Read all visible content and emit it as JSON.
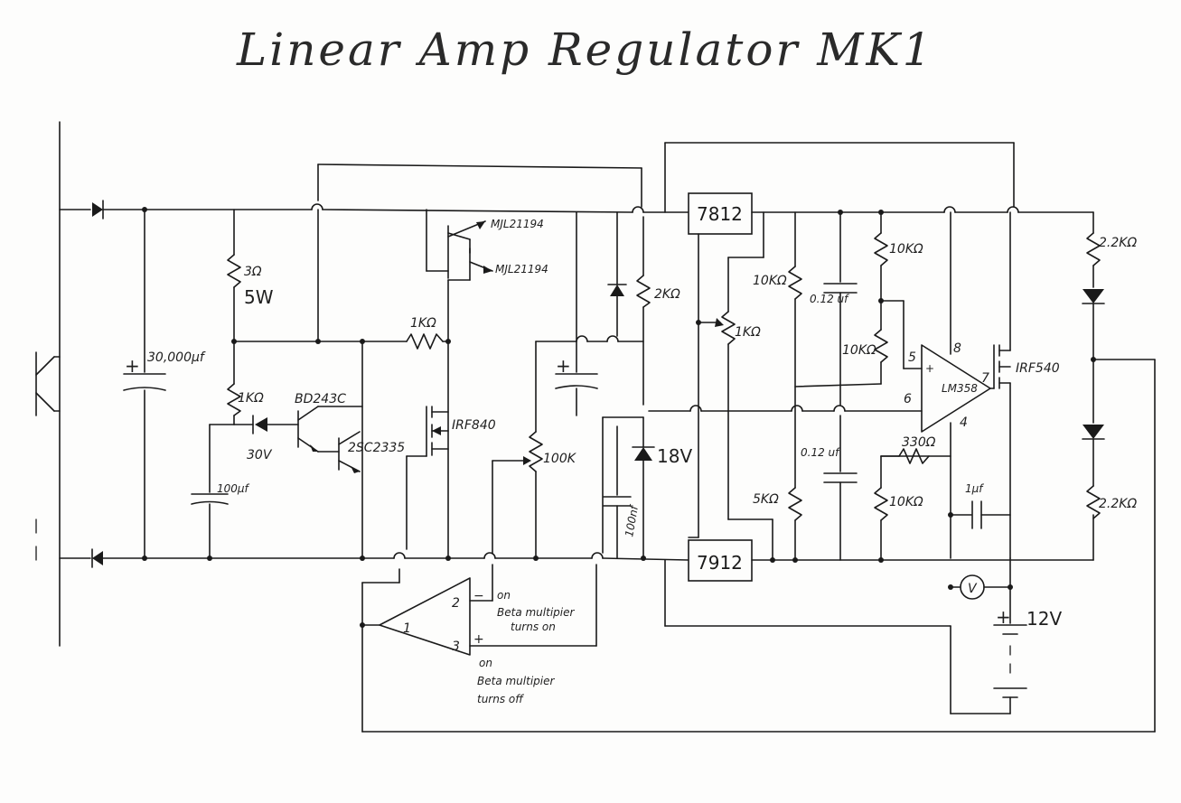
{
  "title": "Linear Amp Regulator MK1",
  "components": {
    "reg_pos": "7812",
    "reg_neg": "7912",
    "r_3ohm": "3Ω",
    "r_3ohm_watt": "5W",
    "cap_main": "30,000µf",
    "cap_100uf": "100µf",
    "r_1k_a": "1KΩ",
    "r_1k_b": "1KΩ",
    "zener_30v": "30V",
    "q_bd243c": "BD243C",
    "q_2sc2335": "2SC2335",
    "q_mjl_a": "MJL21194",
    "q_mjl_b": "MJL21194",
    "mosfet_irf840": "IRF840",
    "r_2k": "2KΩ",
    "pot_100k": "100K",
    "zener_18v": "18V",
    "cap_100nf": "100nf",
    "pot_1k": "1KΩ",
    "r_10k_a": "10KΩ",
    "r_10k_b": "10KΩ",
    "r_10k_c": "10KΩ",
    "r_10k_d": "10KΩ",
    "r_5k": "5KΩ",
    "cap_012_a": "0.12 uf",
    "cap_012_b": "0.12 uf",
    "opamp_lm358": "LM358",
    "pin_5": "5",
    "pin_6": "6",
    "pin_8": "8",
    "pin_4": "4",
    "pin_7": "7",
    "mosfet_irf540": "IRF540",
    "r_330": "330Ω",
    "cap_1uf": "1µf",
    "r_22k_a": "2.2KΩ",
    "r_22k_b": "2.2KΩ",
    "meter_v": "V",
    "battery_12v": "12V",
    "comp_pin_1": "1",
    "comp_pin_2": "2",
    "comp_pin_3": "3",
    "comp_minus": "−",
    "comp_plus": "+",
    "cap_plus": "+",
    "cap_plus_b": "+",
    "batt_plus": "+"
  },
  "notes": {
    "minus_on": "on",
    "minus_note_1": "Beta multipier",
    "minus_note_2": "turns on",
    "plus_on": "on",
    "plus_note_1": "Beta multipier",
    "plus_note_2": "turns off"
  }
}
